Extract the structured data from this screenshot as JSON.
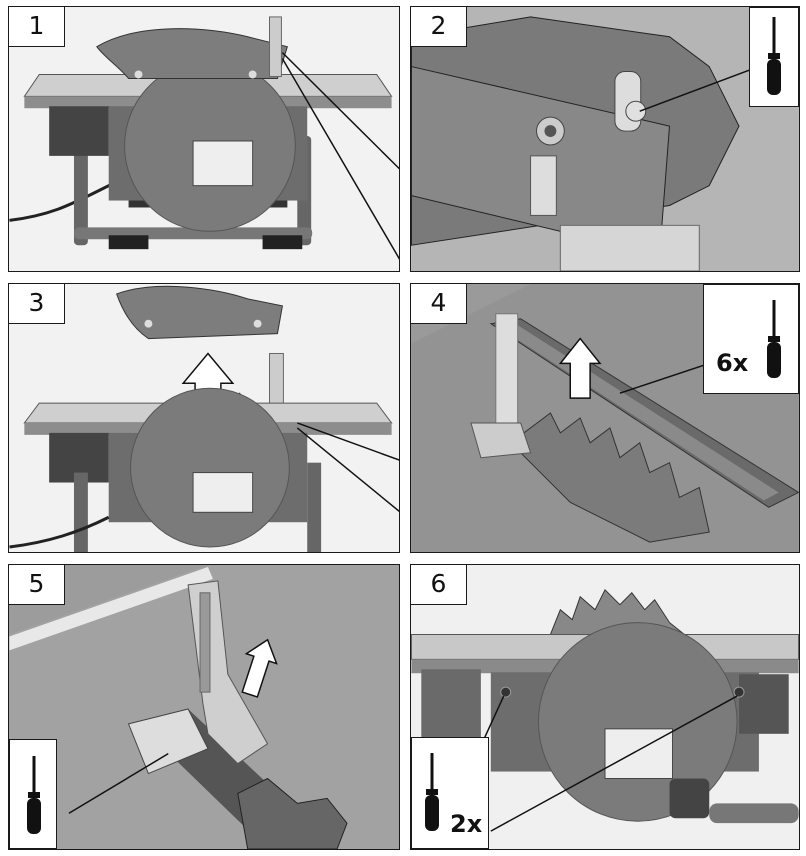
{
  "panels": [
    {
      "number": "1"
    },
    {
      "number": "2"
    },
    {
      "number": "3"
    },
    {
      "number": "4",
      "multiplier": "6x"
    },
    {
      "number": "5"
    },
    {
      "number": "6",
      "multiplier": "2x"
    }
  ],
  "colors": {
    "saw_body": "#7b7b7b",
    "table_top": "#bdbdbd",
    "frame": "#5e5e5e",
    "outline": "#1a1a1a",
    "background_light": "#e6e6e6",
    "background_dark": "#9a9a9a"
  },
  "icons": [
    "screwdriver-icon",
    "up-arrow-icon"
  ]
}
